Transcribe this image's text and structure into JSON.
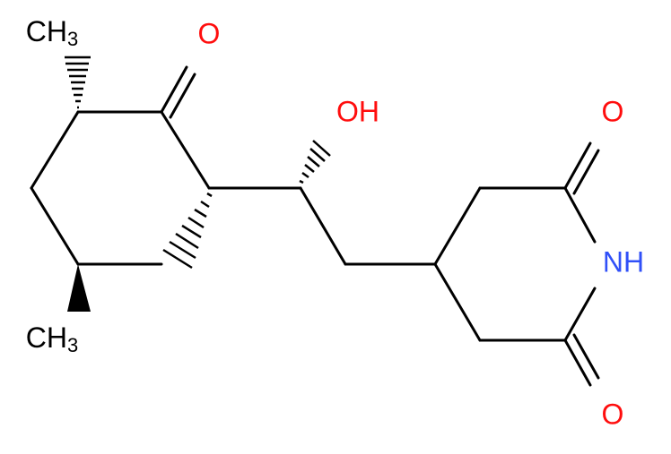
{
  "molecule": {
    "atoms": {
      "ch3_top": {
        "main": "CH",
        "sub": "3"
      },
      "o_ketone": {
        "main": "O"
      },
      "oh": {
        "main": "OH"
      },
      "o_imide_top": {
        "main": "O"
      },
      "nh": {
        "main": "NH"
      },
      "ch3_bottom": {
        "main": "CH",
        "sub": "3"
      },
      "o_imide_bottom": {
        "main": "O"
      }
    },
    "colors": {
      "bond": "#000000",
      "carbon_label": "#000000",
      "oxygen": "#ff0d0d",
      "nitrogen": "#3050f8"
    }
  }
}
